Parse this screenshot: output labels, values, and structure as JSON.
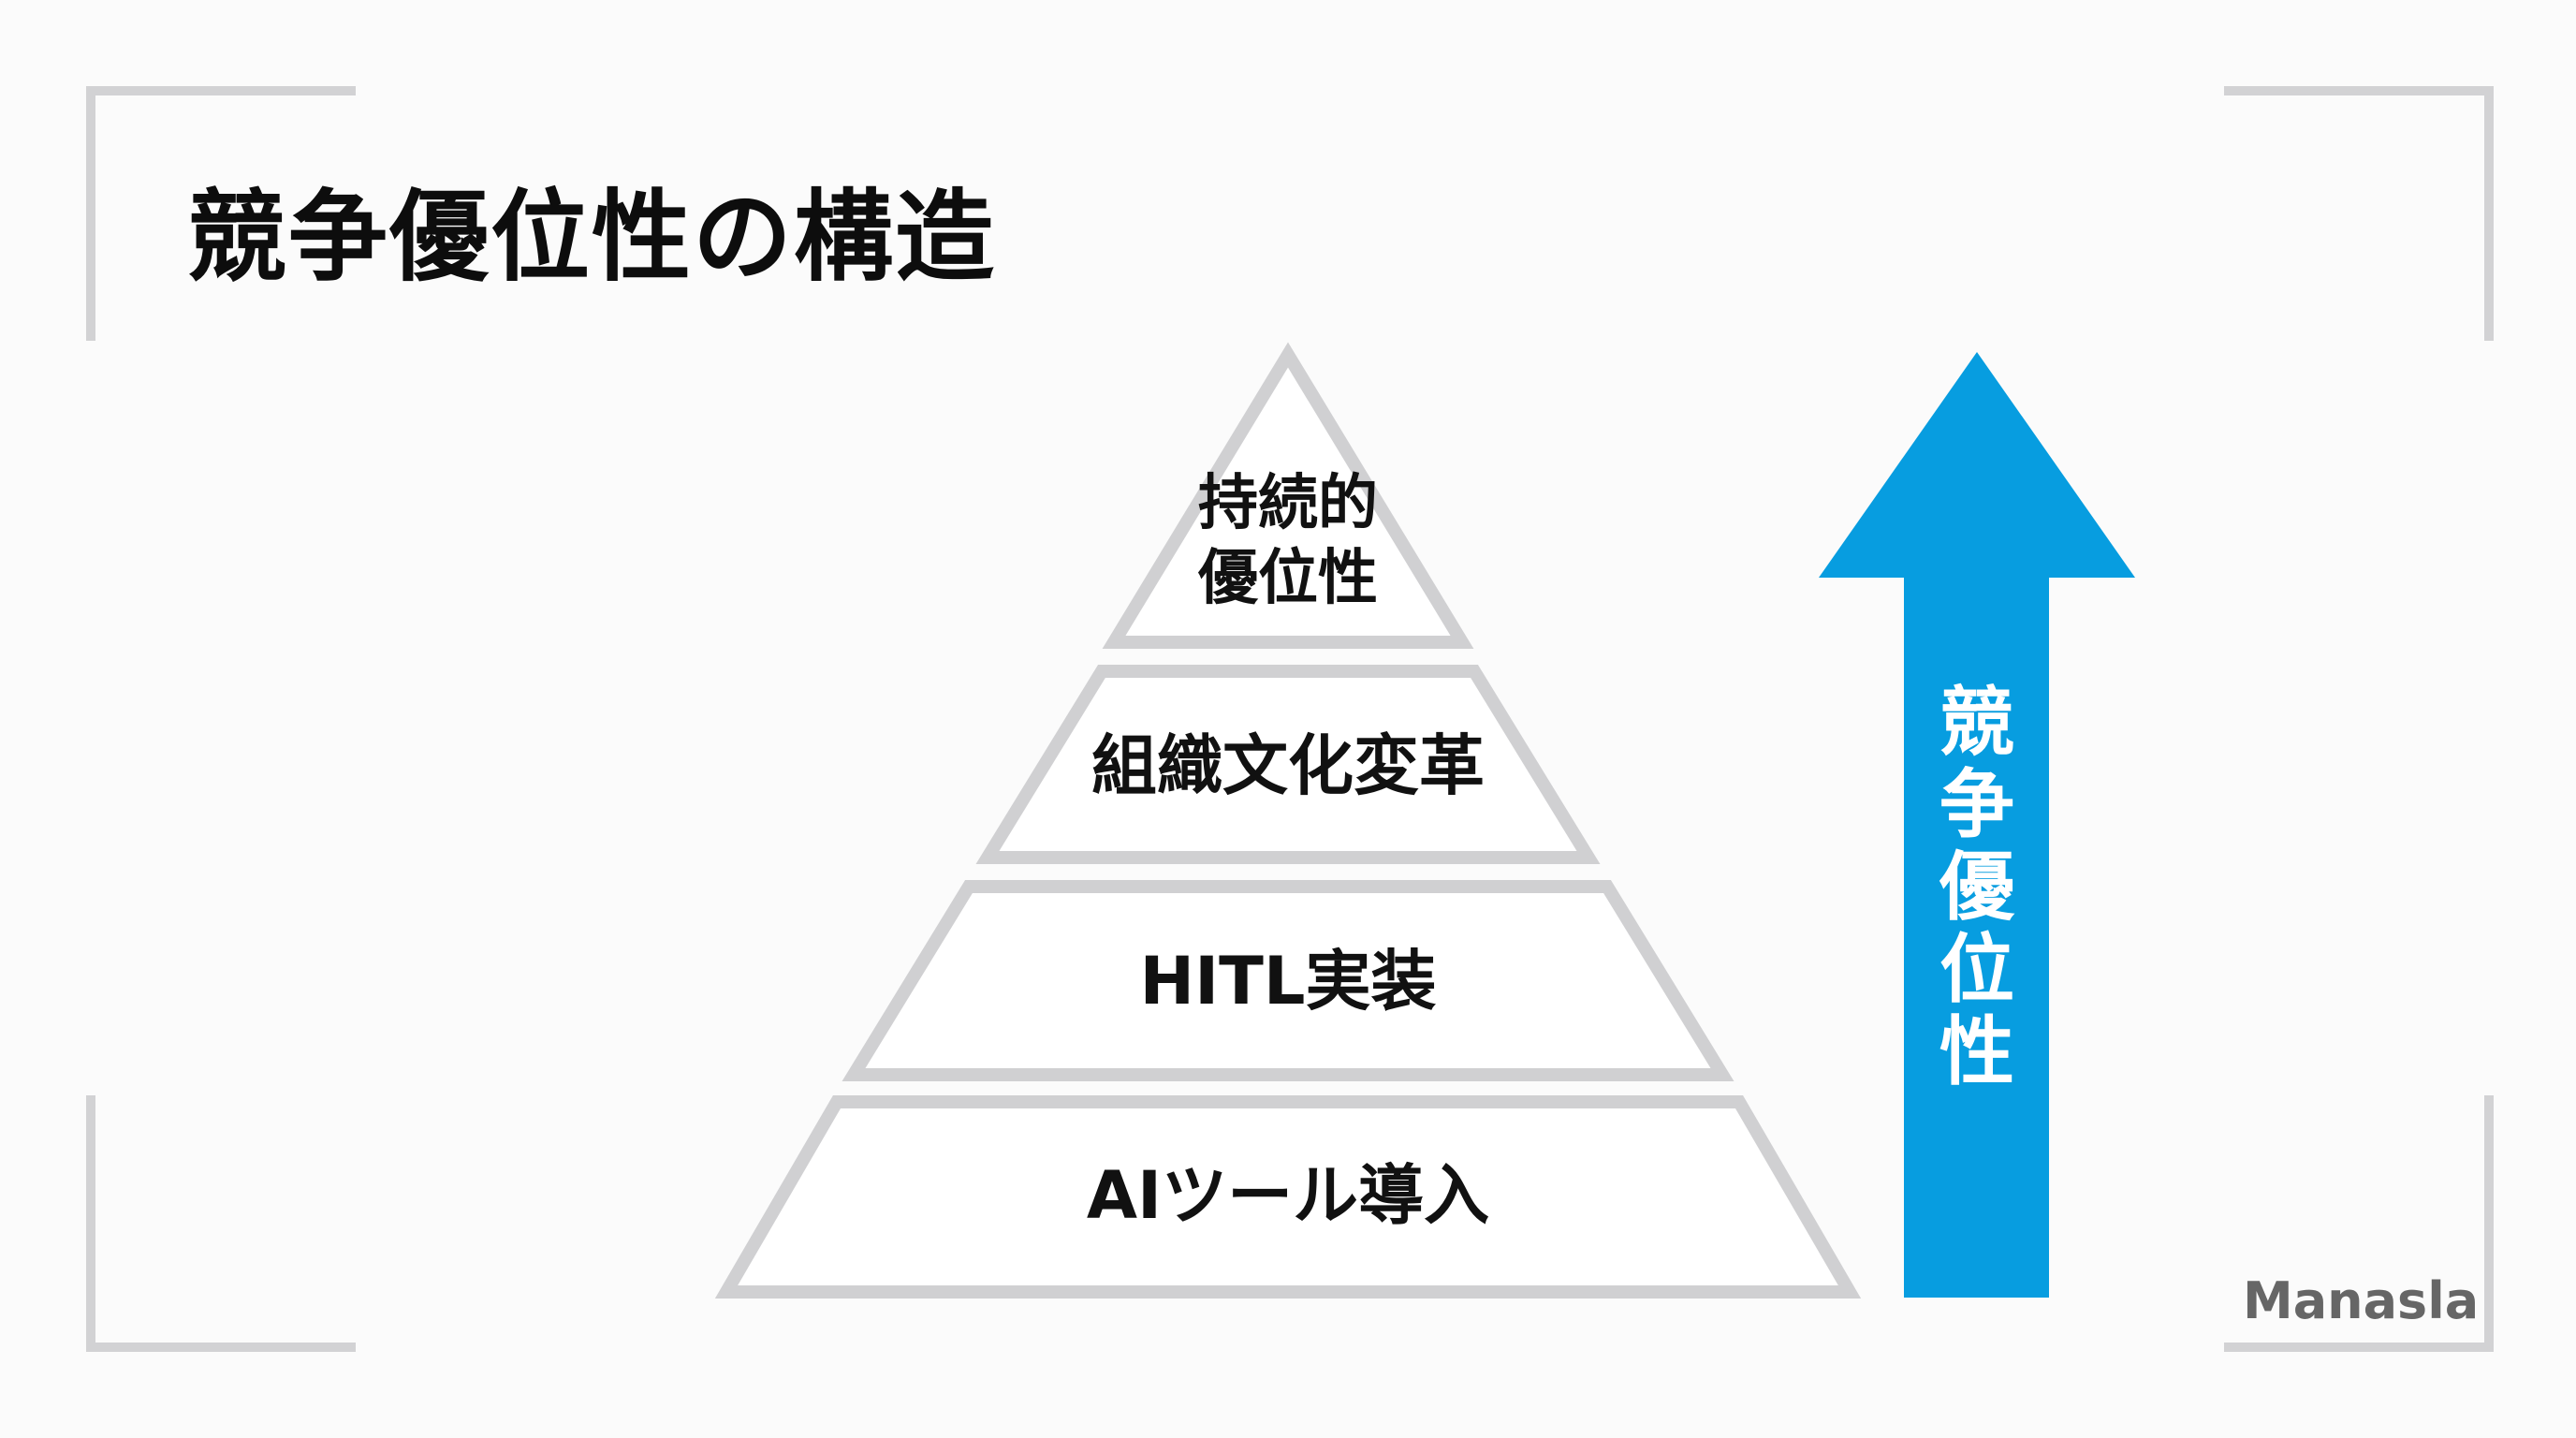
{
  "slide": {
    "title": "競争優位性の構造",
    "brand": "Manasla"
  },
  "pyramid": {
    "layers": [
      {
        "label_line1": "持続的",
        "label_line2": "優位性",
        "level": 4
      },
      {
        "label": "組織文化変革",
        "level": 3
      },
      {
        "label": "HITL実装",
        "level": 2
      },
      {
        "label": "AIツール導入",
        "level": 1
      }
    ],
    "stroke_color": "#d0d0d2"
  },
  "arrow": {
    "label": "競争優位性",
    "direction": "up",
    "color": "#079de0"
  },
  "colors": {
    "background": "#fbfbfb",
    "bracket": "#d2d2d4",
    "title_text": "#0d0d0d",
    "brand_text": "#666666"
  }
}
